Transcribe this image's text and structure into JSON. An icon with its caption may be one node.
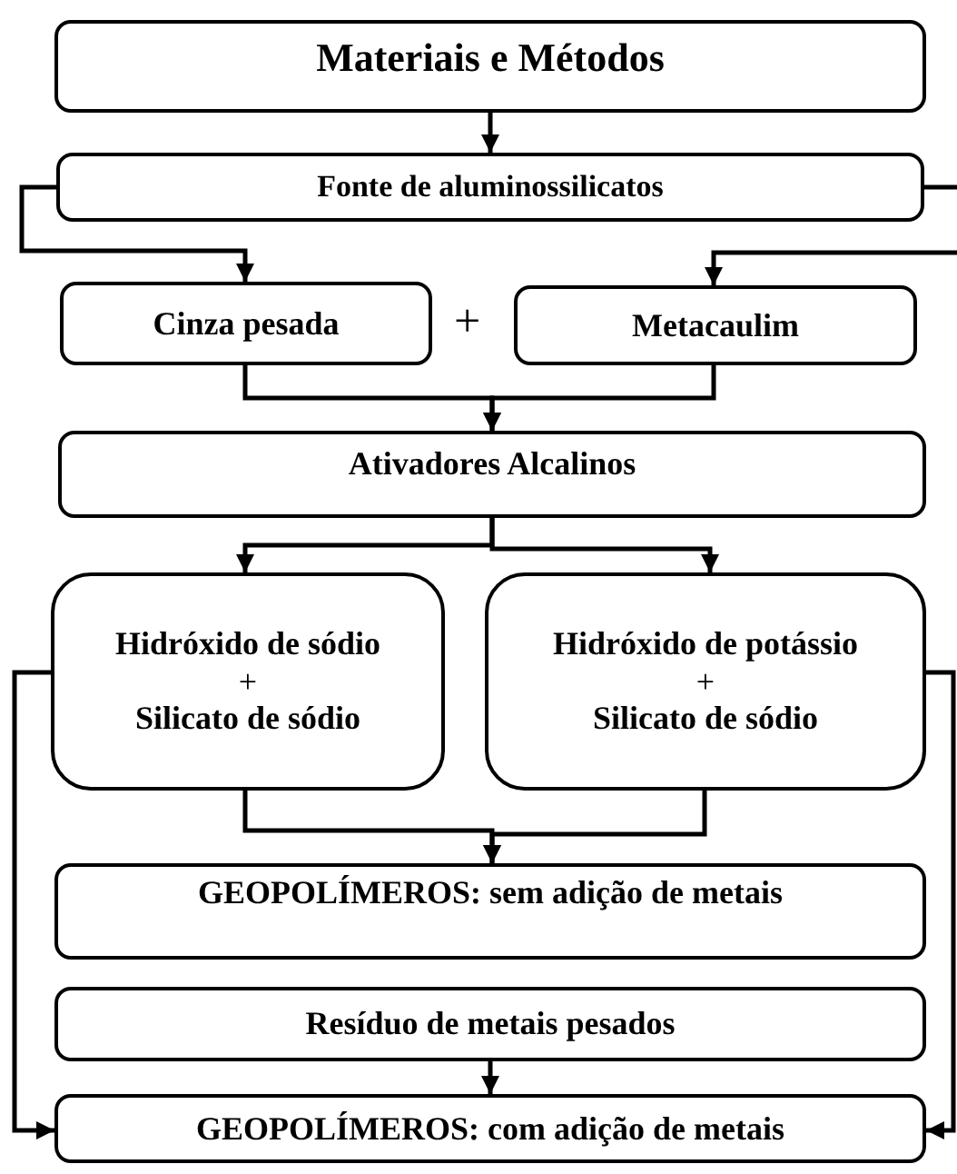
{
  "diagram": {
    "nodes": [
      {
        "text": [
          "Materiais e Métodos"
        ]
      },
      {
        "text": [
          "Fonte de aluminossilicatos"
        ]
      },
      {
        "text": [
          "Cinza pesada"
        ]
      },
      {
        "text": [
          "Metacaulim"
        ]
      },
      {
        "text": [
          "Ativadores Alcalinos"
        ]
      },
      {
        "text": [
          "Hidróxido de sódio",
          "+",
          "Silicato de sódio"
        ]
      },
      {
        "text": [
          "Hidróxido de potássio",
          "+",
          "Silicato de sódio"
        ]
      },
      {
        "text": [
          "GEOPOLÍMEROS: sem adição de metais"
        ]
      },
      {
        "text": [
          "Resíduo de  metais pesados"
        ]
      },
      {
        "text": [
          "GEOPOLÍMEROS: com adição de metais"
        ]
      }
    ],
    "edges": [
      {
        "from": 0,
        "to": 1,
        "arrow": "to"
      },
      {
        "from": 1,
        "to": 2,
        "arrow": "to"
      },
      {
        "from": 1,
        "to": 3,
        "arrow": "to"
      },
      {
        "from": 2,
        "to": 4,
        "arrow": "to"
      },
      {
        "from": 3,
        "to": 4,
        "arrow": "to"
      },
      {
        "from": 4,
        "to": 5,
        "arrow": "to"
      },
      {
        "from": 4,
        "to": 6,
        "arrow": "to"
      },
      {
        "from": 5,
        "to": 7,
        "arrow": "to"
      },
      {
        "from": 6,
        "to": 7,
        "arrow": "to"
      },
      {
        "from": 5,
        "to": 9,
        "arrow": "to"
      },
      {
        "from": 6,
        "to": 9,
        "arrow": "to"
      },
      {
        "from": 8,
        "to": 9,
        "arrow": "to"
      }
    ],
    "labels": [
      "+"
    ]
  }
}
